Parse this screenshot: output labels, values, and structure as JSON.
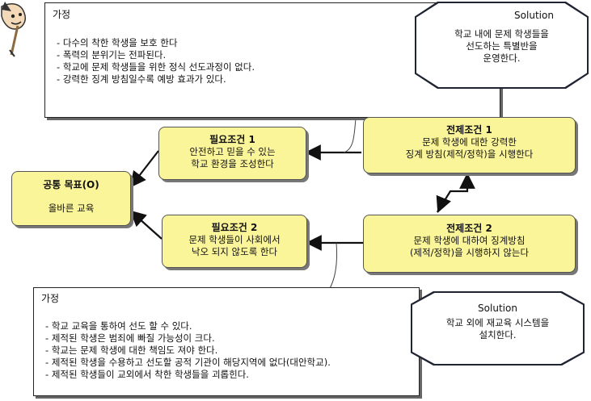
{
  "top_assumption": {
    "header": "가정",
    "items": [
      "다수의 착한 학생을 보호 한다",
      "폭력의 분위기는 전파된다.",
      "학교에 문제 학생들을 위한 정식 선도과정이 없다.",
      "강력한 징계 방침일수록 예방 효과가 있다."
    ]
  },
  "top_solution": {
    "title": "Solution",
    "lines": [
      "학교 내에 문제 학생들을",
      "선도하는 특별반을",
      "운영한다."
    ]
  },
  "goal": {
    "title": "공통 목표(O)",
    "text": "올바른 교육"
  },
  "necessary1": {
    "title": "필요조건 1",
    "lines": [
      "안전하고 믿을 수 있는",
      "학교 환경을 조성한다"
    ]
  },
  "necessary2": {
    "title": "필요조건 2",
    "lines": [
      "문제 학생들이 사회에서",
      "낙오 되지 않도록 한다"
    ]
  },
  "prereq1": {
    "title": "전제조건 1",
    "lines": [
      "문제 학생에 대한 강력한",
      "징계 방침(제적/정학)을 시행한다"
    ]
  },
  "prereq2": {
    "title": "전제조건 2",
    "lines": [
      "문제 학생에 대하여 징계방침",
      "(제적/정학)을 시행하지 않는다"
    ]
  },
  "bottom_assumption": {
    "header": "가정",
    "items": [
      "학교 교육을 통하여 선도 할 수 있다.",
      "제적된 학생은 범죄에 빠질 가능성이 크다.",
      "학교는 문제 학생에 대한 책임도 져야 한다.",
      "제적된 학생을 수용하고 선도할 공적 기관이 해당지역에 없다(대안학교).",
      "제적된 학생들이 교외에서 착한 학생들을 괴롭힌다."
    ]
  },
  "bottom_solution": {
    "title": "Solution",
    "lines": [
      "학교 외에 재교육 시스템을",
      "설치한다."
    ]
  }
}
